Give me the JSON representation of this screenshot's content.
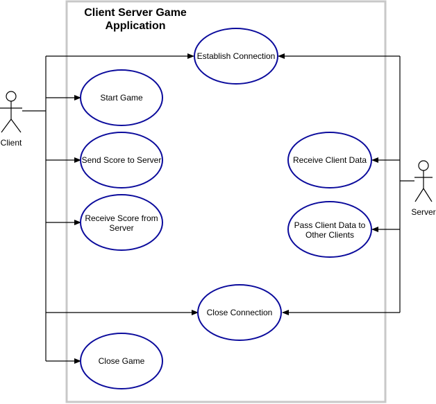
{
  "system": {
    "title_line1": "Client Server Game",
    "title_line2": "Application"
  },
  "actors": {
    "client": {
      "label": "Client"
    },
    "server": {
      "label": "Server"
    }
  },
  "use_cases": {
    "establish_connection": {
      "line1": "Establish Connection"
    },
    "start_game": {
      "line1": "Start Game"
    },
    "send_score": {
      "line1": "Send Score to Server"
    },
    "receive_score": {
      "line1": "Receive Score from",
      "line2": "Server"
    },
    "receive_client_data": {
      "line1": "Receive Client Data"
    },
    "pass_client_data": {
      "line1": "Pass Client Data to",
      "line2": "Other Clients"
    },
    "close_connection": {
      "line1": "Close Connection"
    },
    "close_game": {
      "line1": "Close Game"
    }
  },
  "colors": {
    "use_case_border": "#0b0b9c",
    "boundary_border": "#c8c8c8"
  }
}
